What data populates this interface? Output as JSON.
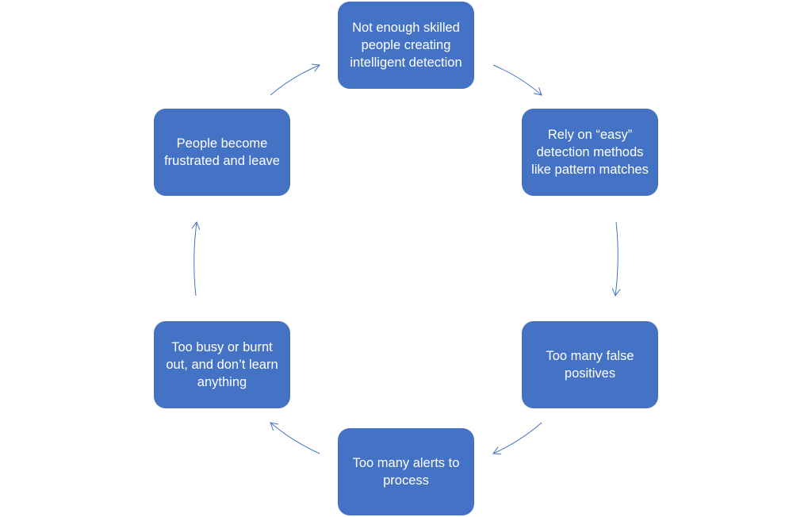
{
  "diagram": {
    "nodes": [
      {
        "id": "node-1",
        "label": "Not enough skilled people creating intelligent detection"
      },
      {
        "id": "node-2",
        "label": "Rely on “easy” detection methods like pattern matches"
      },
      {
        "id": "node-3",
        "label": "Too many false positives"
      },
      {
        "id": "node-4",
        "label": "Too many alerts to process"
      },
      {
        "id": "node-5",
        "label": "Too busy or burnt out, and don’t learn anything"
      },
      {
        "id": "node-6",
        "label": "People become frustrated and leave"
      }
    ],
    "colors": {
      "node_fill": "#4472c4",
      "node_text": "#ffffff",
      "arrow": "#4472c4"
    }
  }
}
